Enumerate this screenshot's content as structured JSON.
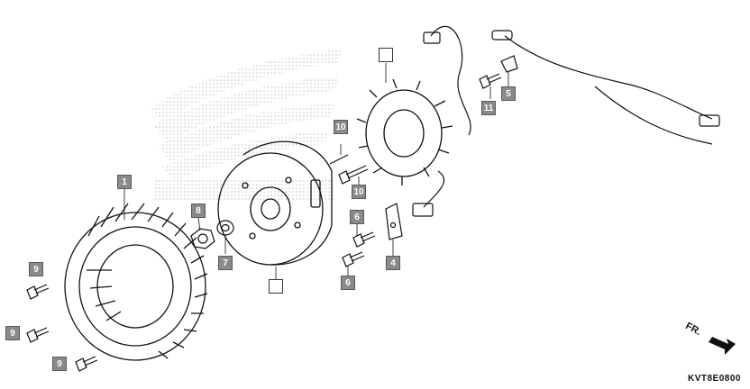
{
  "diagram": {
    "code": "KVT8E0800",
    "direction_label": "FR.",
    "callouts": [
      {
        "id": "c1",
        "text": "1"
      },
      {
        "id": "c9a",
        "text": "9"
      },
      {
        "id": "c9b",
        "text": "9"
      },
      {
        "id": "c9c",
        "text": "9"
      },
      {
        "id": "c8",
        "text": "8"
      },
      {
        "id": "c7",
        "text": "7"
      },
      {
        "id": "c10a",
        "text": "10"
      },
      {
        "id": "c10b",
        "text": "10"
      },
      {
        "id": "c6a",
        "text": "6"
      },
      {
        "id": "c6b",
        "text": "6"
      },
      {
        "id": "c4",
        "text": "4"
      },
      {
        "id": "c11",
        "text": "11"
      },
      {
        "id": "c5",
        "text": "5"
      },
      {
        "id": "cblank1",
        "text": ""
      },
      {
        "id": "cblank2",
        "text": ""
      }
    ]
  }
}
